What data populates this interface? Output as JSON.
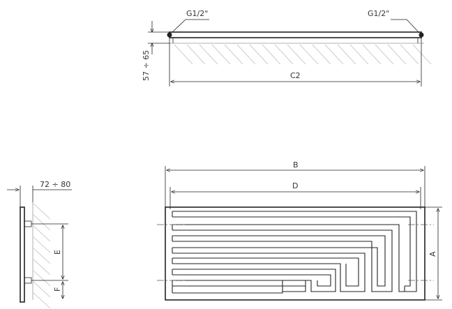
{
  "labels": {
    "top_conn_left": "G1/2\"",
    "top_conn_right": "G1/2\"",
    "top_depth": "57 ÷ 65",
    "top_width": "C2",
    "side_depth": "72 ÷ 80",
    "side_e": "E",
    "side_f": "F",
    "front_b": "B",
    "front_d": "D",
    "front_a": "A"
  },
  "colors": {
    "line": "#222222",
    "hatch": "#bdbdbd",
    "text": "#333333"
  }
}
